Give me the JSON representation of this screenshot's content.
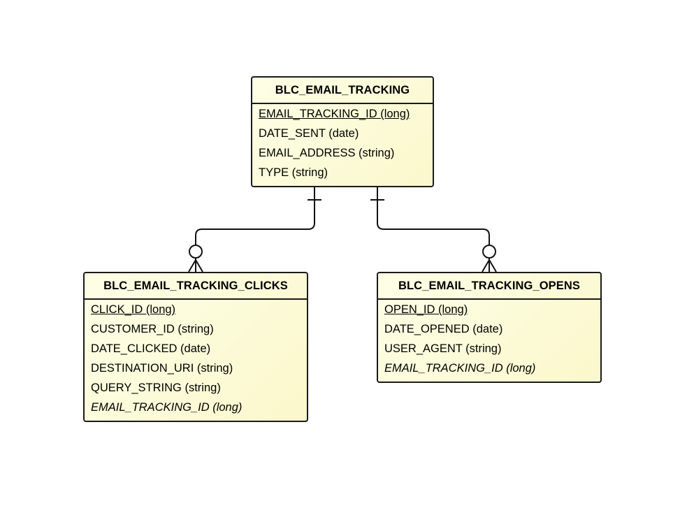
{
  "entities": {
    "tracking": {
      "name": "BLC_EMAIL_TRACKING",
      "fields": [
        {
          "text": "EMAIL_TRACKING_ID (long)",
          "key": "pk"
        },
        {
          "text": "DATE_SENT (date)",
          "key": ""
        },
        {
          "text": "EMAIL_ADDRESS (string)",
          "key": ""
        },
        {
          "text": "TYPE (string)",
          "key": ""
        }
      ]
    },
    "clicks": {
      "name": "BLC_EMAIL_TRACKING_CLICKS",
      "fields": [
        {
          "text": "CLICK_ID (long)",
          "key": "pk"
        },
        {
          "text": "CUSTOMER_ID (string)",
          "key": ""
        },
        {
          "text": "DATE_CLICKED (date)",
          "key": ""
        },
        {
          "text": "DESTINATION_URI (string)",
          "key": ""
        },
        {
          "text": "QUERY_STRING (string)",
          "key": ""
        },
        {
          "text": "EMAIL_TRACKING_ID (long)",
          "key": "fk"
        }
      ]
    },
    "opens": {
      "name": "BLC_EMAIL_TRACKING_OPENS",
      "fields": [
        {
          "text": "OPEN_ID (long)",
          "key": "pk"
        },
        {
          "text": "DATE_OPENED (date)",
          "key": ""
        },
        {
          "text": "USER_AGENT (string)",
          "key": ""
        },
        {
          "text": "EMAIL_TRACKING_ID (long)",
          "key": "fk"
        }
      ]
    }
  },
  "relationships": [
    {
      "from": "BLC_EMAIL_TRACKING",
      "to": "BLC_EMAIL_TRACKING_CLICKS",
      "from_cardinality": "one",
      "to_cardinality": "zero-or-many"
    },
    {
      "from": "BLC_EMAIL_TRACKING",
      "to": "BLC_EMAIL_TRACKING_OPENS",
      "from_cardinality": "one",
      "to_cardinality": "zero-or-many"
    }
  ]
}
